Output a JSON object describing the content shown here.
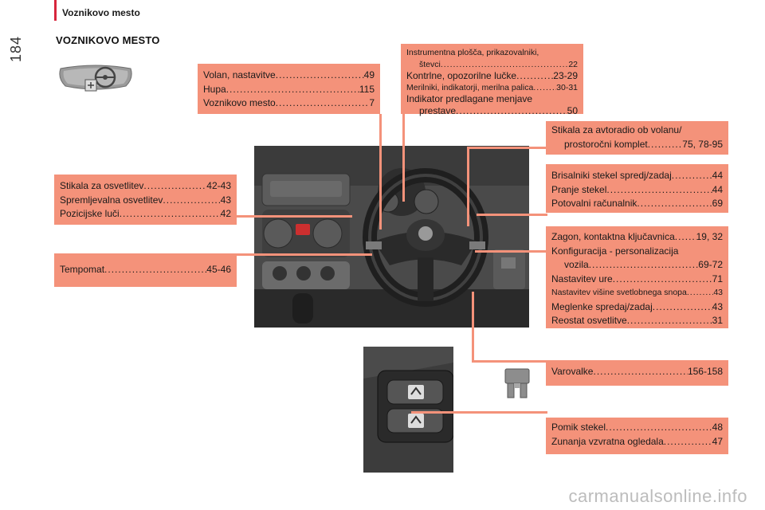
{
  "header": {
    "section": "Voznikovo mesto",
    "page_number": "184",
    "title": "VOZNIKOVO MESTO"
  },
  "boxes": {
    "steering": {
      "lines": [
        {
          "text": "Volan, nastavitve",
          "page": "49"
        },
        {
          "text": "Hupa",
          "page": "115"
        },
        {
          "text": "Voznikovo mesto",
          "page": "7"
        }
      ]
    },
    "instruments": {
      "line1": "Instrumentna plošča, prikazovalniki,",
      "line2": "števci",
      "line2_page": "22",
      "line3": "Kontrlne, opozorilne lučke",
      "line3_page": "23-29",
      "line4": "Merilniki, indikatorji, merilna palica",
      "line4_page": "30-31",
      "line5": "Indikator predlagane menjave",
      "line6": "prestave",
      "line6_page": "50"
    },
    "radio": {
      "line1": "Stikala za avtoradio ob volanu/",
      "line2": "prostoročni komplet",
      "line2_page": "75, 78-95"
    },
    "wipers": {
      "lines": [
        {
          "text": "Brisalniki stekel spredj/zadaj",
          "page": "44"
        },
        {
          "text": "Pranje stekel",
          "page": "44"
        },
        {
          "text": "Potovalni računalnik",
          "page": "69"
        }
      ]
    },
    "lights": {
      "lines": [
        {
          "text": "Stikala za osvetlitev",
          "page": "42-43"
        },
        {
          "text": "Spremljevalna osvetlitev",
          "page": "43"
        },
        {
          "text": "Pozicijske luči",
          "page": "42"
        }
      ]
    },
    "cruise": {
      "lines": [
        {
          "text": "Tempomat",
          "page": "45-46"
        }
      ]
    },
    "ignition": {
      "line1": "Zagon, kontaktna ključavnica",
      "line1_page": "19, 32",
      "line2": "Konfiguracija - personalizacija",
      "line3": "vozila",
      "line3_page": "69-72",
      "line4": "Nastavitev ure",
      "line4_page": "71",
      "line5": "Nastavitev višine svetlobnega snopa",
      "line5_page": "43",
      "line6": "Meglenke spredaj/zadaj",
      "line6_page": "43",
      "line7": "Reostat osvetlitve",
      "line7_page": "31"
    },
    "fuses": {
      "lines": [
        {
          "text": "Varovalke",
          "page": "156-158"
        }
      ]
    },
    "windows": {
      "lines": [
        {
          "text": "Pomik stekel",
          "page": "48"
        },
        {
          "text": "Zunanja vzvratna ogledala",
          "page": "47"
        }
      ]
    }
  },
  "colors": {
    "accent": "#f4927a",
    "header_bar": "#d7263d"
  },
  "watermark": "carmanualsonline.info"
}
